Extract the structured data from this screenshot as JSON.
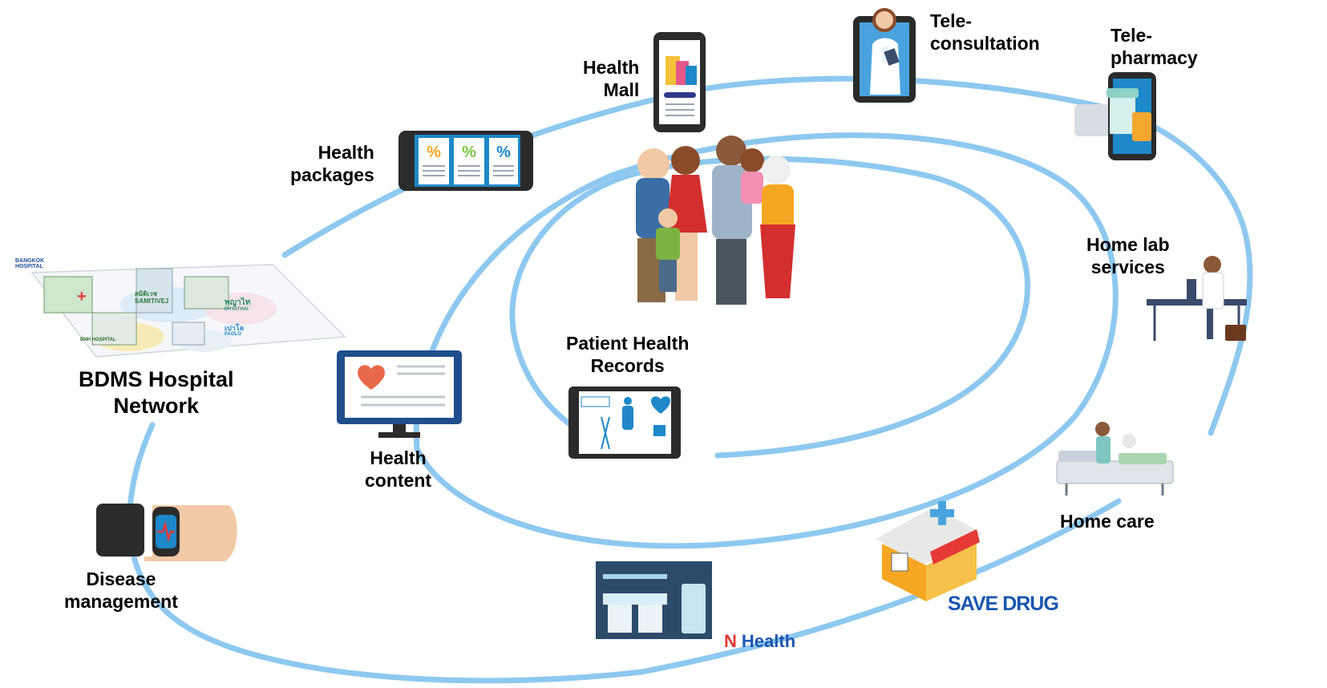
{
  "network": {
    "line1": "BDMS Hospital",
    "line2": "Network",
    "logos": {
      "bangkok": [
        "BANGKOK",
        "HOSPITAL"
      ],
      "samitivej": [
        "สมิติเวช",
        "SAMITIVEJ"
      ],
      "phyathai": [
        "พญาไท",
        "PHYATHAI"
      ],
      "paolo": [
        "เปาโล",
        "PAOLO"
      ],
      "bnh": "BNH HOSPITAL"
    }
  },
  "services": {
    "health_packages": [
      "Health",
      "packages"
    ],
    "health_mall": [
      "Health",
      "Mall"
    ],
    "teleconsultation": [
      "Tele-",
      "consultation"
    ],
    "telepharmacy": [
      "Tele-",
      "pharmacy"
    ],
    "home_lab": [
      "Home lab",
      "services"
    ],
    "home_care": "Home care",
    "disease_management": [
      "Disease",
      "management"
    ],
    "health_content": [
      "Health",
      "content"
    ],
    "patient_records": [
      "Patient Health",
      "Records"
    ]
  },
  "packages_icon": {
    "symbol": "%"
  },
  "brands": {
    "save_drug": [
      "SAVE",
      "DRUG"
    ],
    "n_health_mark": "N",
    "n_health_word": "Health"
  },
  "colors": {
    "spiral": "#8EC8F0",
    "device": "#2B2B2B",
    "screen_blue": "#1E88C8",
    "save_drug": "#1A56B0",
    "save_drug_accent": "#E53935"
  }
}
